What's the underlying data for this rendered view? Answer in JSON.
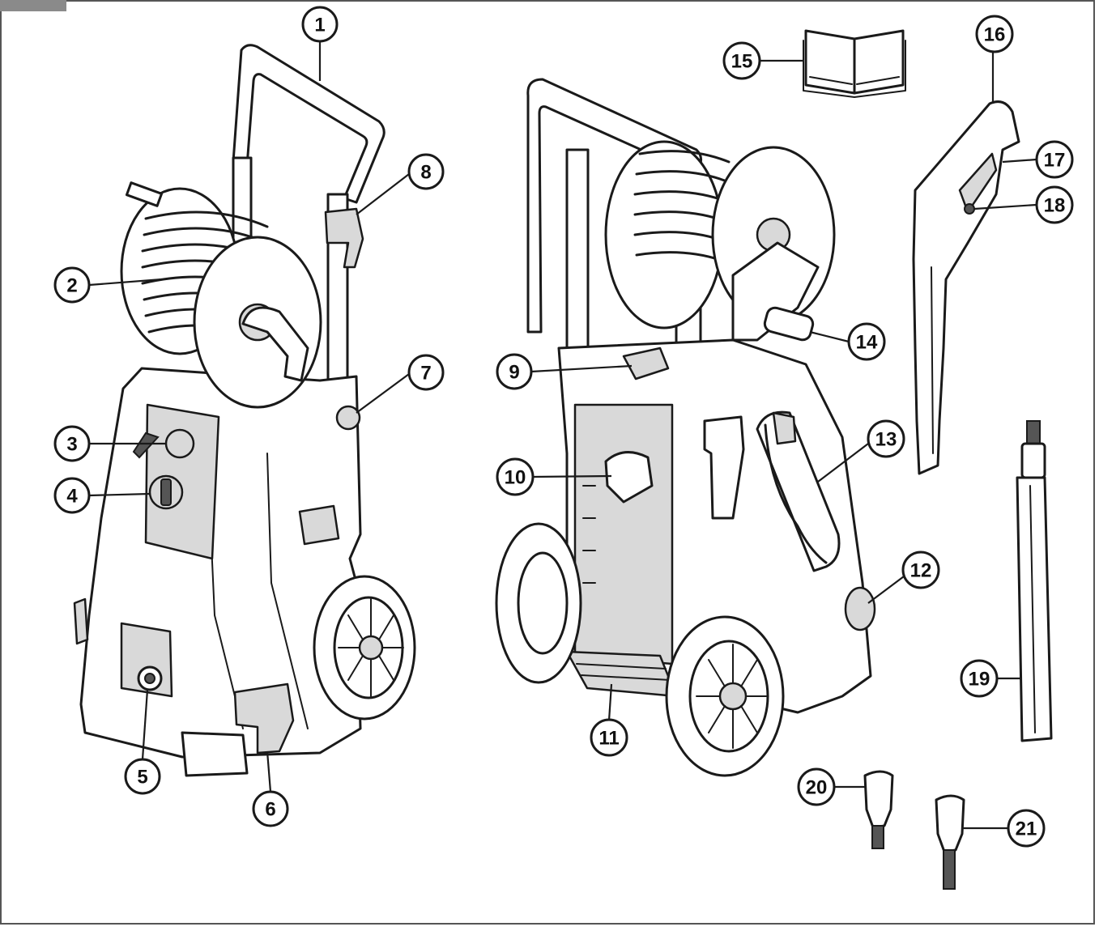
{
  "diagram": {
    "callouts": [
      {
        "id": "1",
        "label": "1"
      },
      {
        "id": "2",
        "label": "2"
      },
      {
        "id": "3",
        "label": "3"
      },
      {
        "id": "4",
        "label": "4"
      },
      {
        "id": "5",
        "label": "5"
      },
      {
        "id": "6",
        "label": "6"
      },
      {
        "id": "7",
        "label": "7"
      },
      {
        "id": "8",
        "label": "8"
      },
      {
        "id": "9",
        "label": "9"
      },
      {
        "id": "10",
        "label": "10"
      },
      {
        "id": "11",
        "label": "11"
      },
      {
        "id": "12",
        "label": "12"
      },
      {
        "id": "13",
        "label": "13"
      },
      {
        "id": "14",
        "label": "14"
      },
      {
        "id": "15",
        "label": "15"
      },
      {
        "id": "16",
        "label": "16"
      },
      {
        "id": "17",
        "label": "17"
      },
      {
        "id": "18",
        "label": "18"
      },
      {
        "id": "19",
        "label": "19"
      },
      {
        "id": "20",
        "label": "20"
      },
      {
        "id": "21",
        "label": "21"
      }
    ],
    "colors": {
      "line": "#1a1a1a",
      "background": "#ffffff",
      "corner_tab": "#8a8a8a"
    }
  }
}
